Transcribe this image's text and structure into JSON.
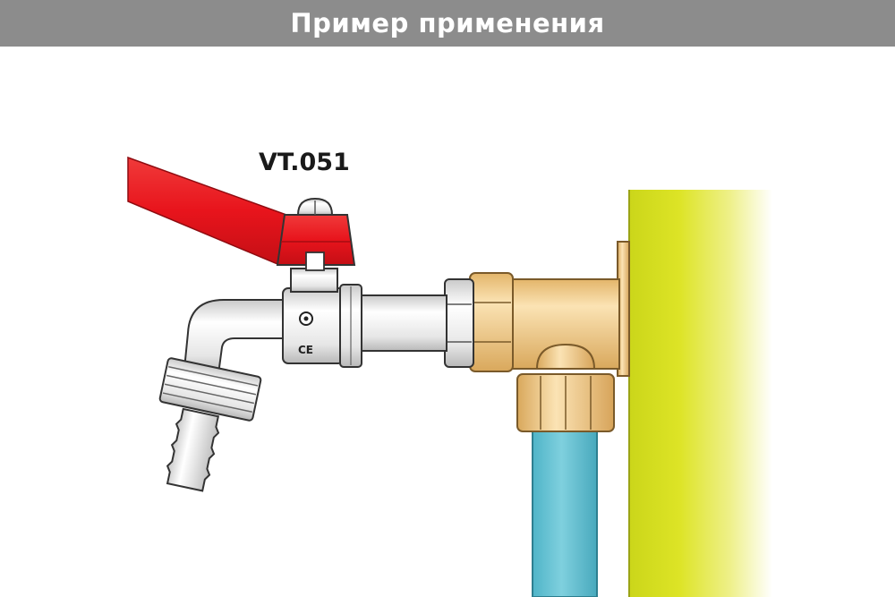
{
  "header": {
    "title": "Пример применения"
  },
  "figure": {
    "model_label": "VT.051",
    "valve_marking": "CE"
  },
  "colors": {
    "header_bg": "#8c8c8c",
    "handle_red": "#e8141c",
    "wall_yellow": "#d7e01c",
    "pipe_blue": "#63c2d4",
    "fitting_brass": "#efc98a",
    "body_chrome": "#f2f2f2"
  }
}
